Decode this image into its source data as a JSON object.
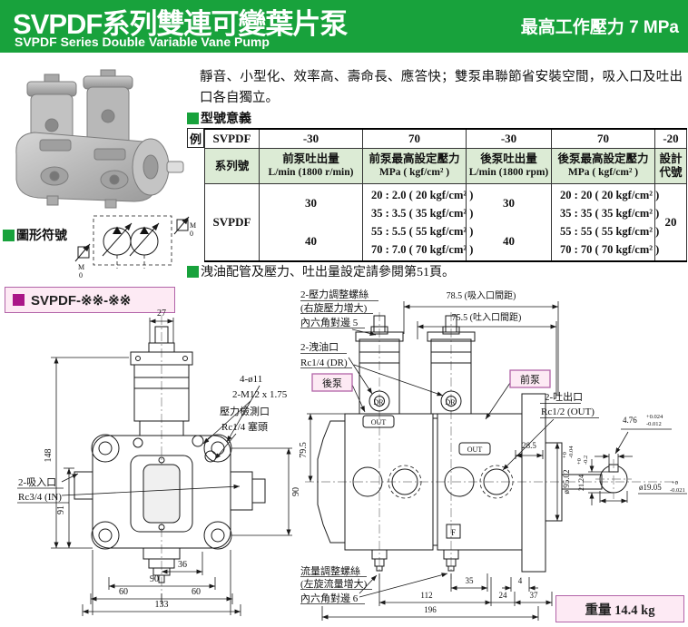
{
  "header": {
    "title_zh": "SVPDF系列雙連可變葉片泵",
    "title_en": "SVPDF Series Double Variable Vane Pump",
    "pressure": "最高工作壓力  7 MPa"
  },
  "intro": {
    "description": "靜音、小型化、效率高、壽命長、應答快；雙泵串聯節省安裝空間，吸入口及吐出口各自獨立。",
    "model_heading": "型號意義",
    "symbol_heading": "圖形符號",
    "note": "洩油配管及壓力、吐出量設定請參閱第51頁。"
  },
  "model_table": {
    "example": "例",
    "series_code": "SVPDF",
    "codes": [
      "-30",
      "70",
      "-30",
      "70",
      "-20"
    ],
    "series_label": "系列號",
    "col_headers": [
      [
        "前泵吐出量",
        "L/min (1800 r/min)"
      ],
      [
        "前泵最高設定壓力",
        "MPa ( kgf/cm² )"
      ],
      [
        "後泵吐出量",
        "L/min (1800 rpm)"
      ],
      [
        "後泵最高設定壓力",
        "MPa ( kgf/cm² )"
      ],
      [
        "設計",
        "代號"
      ]
    ],
    "body_series": "SVPDF",
    "front_flow": [
      "30",
      "40"
    ],
    "front_pressure": [
      "20 : 2.0 ( 20 kgf/cm² )",
      "35 : 3.5 ( 35 kgf/cm² )",
      "55 : 5.5 ( 55 kgf/cm² )",
      "70 : 7.0 ( 70 kgf/cm² )"
    ],
    "rear_flow": [
      "30",
      "40"
    ],
    "rear_pressure": [
      "20 : 20 ( 20 kgf/cm² )",
      "35 : 35 ( 35 kgf/cm² )",
      "55 : 55 ( 55 kgf/cm² )",
      "70 : 70 ( 70 kgf/cm² )"
    ],
    "design_code": "20"
  },
  "symbol": {
    "m": "M",
    "zero": "0"
  },
  "drawing": {
    "section_label": "SVPDF-※※-※※",
    "weight": "重量 14.4 kg",
    "left": {
      "dim27": "27",
      "dim148": "148",
      "dim91": "91",
      "dim90r": "90",
      "dim36": "36",
      "dim90b": "90",
      "dim60a": "60",
      "dim60b": "60",
      "dim133": "133",
      "hole": "4-ø11",
      "thread": "2-M12 x 1.75",
      "pport1": "壓力檢測口",
      "pport2": "Rc1/4 塞頭",
      "inlet1": "2-吸入口",
      "inlet2": "Rc3/4 (IN)"
    },
    "right": {
      "padj1": "2-壓力調整螺絲",
      "padj2": "(右旋壓力增大)",
      "padj3": "內六角對邊 5",
      "span_in": "78.5 (吸入口間距)",
      "span_out": "75.5 (吐入口間距)",
      "drain1": "2-洩油口",
      "drain2": "Rc1/4 (DR)",
      "rear": "後泵",
      "front": "前泵",
      "outlet1": "2-吐出口",
      "outlet2": "Rc1/2 (OUT)",
      "dim795": "79.5",
      "dim285": "28.5",
      "dim476": "4.76",
      "tol476u": "+0.024",
      "tol476d": "-0.012",
      "dim9502": "ø 95.02",
      "tol9502u": "+0",
      "tol9502d": "-0.04",
      "dim1905": "ø19.05",
      "tol1905u": "+0",
      "tol1905d": "-0.021",
      "dim2124": "21.24",
      "tol2124u": "+0",
      "tol2124d": "-0.2",
      "fadj1": "流量調整螺絲",
      "fadj2": "(左旋流量增大)",
      "fadj3": "內六角對邊 6",
      "dim35": "35",
      "dim4": "4",
      "dim112": "112",
      "dim24": "24",
      "dim37": "37",
      "dim196": "196",
      "dr": "DR",
      "out": "OUT",
      "f": "F"
    }
  }
}
